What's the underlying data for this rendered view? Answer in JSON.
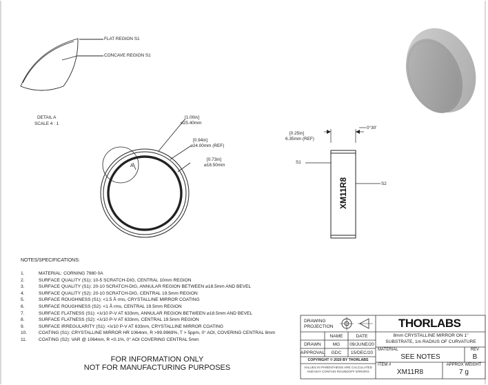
{
  "detail": {
    "flat_region": "FLAT REGION S1",
    "concave_region": "CONCAVE REGION S1",
    "detail_label": "DETAIL A",
    "scale_label": "SCALE 4 : 1",
    "marker": "A"
  },
  "front_view": {
    "dia_outer_in": "[1.00in]",
    "dia_outer_mm": "⌀25.40mm",
    "dia_ref_in": "[0.94in]",
    "dia_ref_mm": "⌀24.00mm (REF)",
    "dia_inner_in": "[0.73in]",
    "dia_inner_mm": "⌀18.50mm"
  },
  "side_view": {
    "thickness_in": "[0.25in]",
    "thickness_mm": "6.35mm (REF)",
    "wedge": "0°30'",
    "s1": "S1",
    "s2": "S2",
    "engraving": "XM11R8"
  },
  "notes": {
    "title": "NOTES/SPECIFICATIONS:",
    "items": [
      {
        "num": "1.",
        "text": "MATERIAL: CORNING 7980 0A"
      },
      {
        "num": "2.",
        "text": "SURFACE QUALITY (S1): 10-5 SCRATCH-DIG, CENTRAL 10mm REGION"
      },
      {
        "num": "3.",
        "text": "SURFACE QUALITY (S1): 20-10 SCRATCH-DIG, ANNULAR REGION BETWEEN ⌀18.5mm AND BEVEL"
      },
      {
        "num": "4.",
        "text": "SURFACE QUALITY (S2): 20-10 SCRATCH-DIG, CENTRAL 19.5mm REGION"
      },
      {
        "num": "5.",
        "text": "SURFACE ROUGHNESS (S1): <1.5 Å rms, CRYSTALLINE MIRROR COATING"
      },
      {
        "num": "6.",
        "text": "SURFACE ROUGHNESS (S2): <1 Å rms, CENTRAL 19.5mm REGION"
      },
      {
        "num": "7.",
        "text": "SURFACE FLATNESS (S1): <λ/10 P-V AT 633nm, ANNULAR REGION BETWEEN ⌀18.5mm AND BEVEL"
      },
      {
        "num": "8.",
        "text": "SURFACE FLATNESS (S2): <λ/10 P-V AT 633nm, CENTRAL 19.5mm REGION"
      },
      {
        "num": "9.",
        "text": "SURFACE IRREGULARITY (S1): <λ/10 P-V AT 633nm, CRYSTALLINE MIRROR COATING"
      },
      {
        "num": "10.",
        "text": "COATING (S1): CRYSTALLINE MIRROR HR 1064nm, R >99.9969%, T > 5ppm, 0° AOI, COVERING CENTRAL 8mm"
      },
      {
        "num": "11.",
        "text": "COATING (S2): VAR @ 1064nm, R <0.1%, 0° AOI COVERING CENTRAL 5mm"
      }
    ]
  },
  "disclaimer": {
    "line1": "FOR INFORMATION ONLY",
    "line2": "NOT FOR MANUFACTURING PURPOSES"
  },
  "title_block": {
    "projection_line1": "DRAWING",
    "projection_line2": "PROJECTION",
    "brand": "THORLABS",
    "description_line1": "8mm CRYSTALLINE MIRROR ON 1\"",
    "description_line2": "SUBSTRATE, 1m RADIUS OF CURVATURE",
    "name_header": "NAME",
    "date_header": "DATE",
    "drawn_label": "DRAWN",
    "drawn_name": "MG",
    "drawn_date": "09/JUNE/20",
    "approval_label": "APPROVAL",
    "approval_name": "GDC",
    "approval_date": "15/DEC/20",
    "material_label": "MATERIAL",
    "material_value": "SEE NOTES",
    "rev_label": "REV",
    "rev_value": "B",
    "copyright": "COPYRIGHT © 2020 BY THORLABS",
    "tolerance_line1": "VALUES IN PARENTHESIS ARE CALCULATED",
    "tolerance_line2": "AND MAY CONTAIN ROUNDOFF ERRORS",
    "item_label": "ITEM #",
    "item_value": "XM11R8",
    "weight_label": "APPROX WEIGHT",
    "weight_value": "7 g"
  }
}
